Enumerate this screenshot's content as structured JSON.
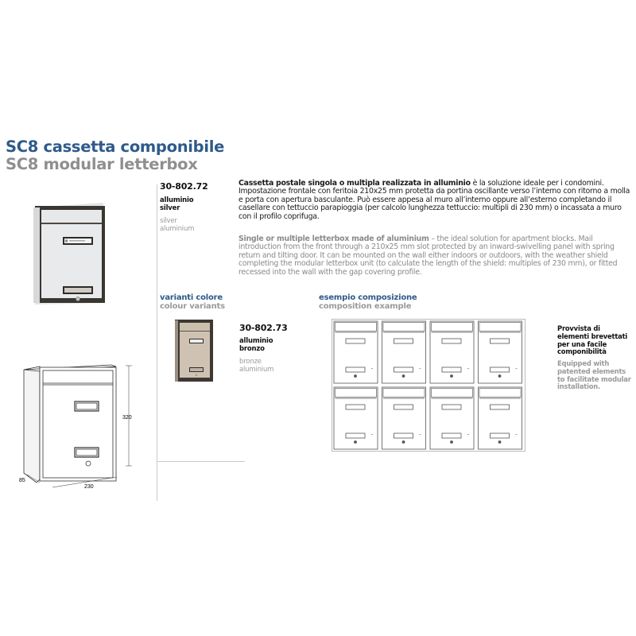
{
  "header": {
    "title_it": "SC8 cassetta componibile",
    "title_en": "SC8 modular letterbox"
  },
  "product_main": {
    "code": "30-802.72",
    "material_it": [
      "alluminio",
      "silver"
    ],
    "material_en": [
      "silver",
      "aluminium"
    ],
    "colors": {
      "frame": "#3a3632",
      "panel": "#e6e8ea"
    }
  },
  "description": {
    "it_bold": "Cassetta postale singola o multipla realizzata in alluminio",
    "it_text": " è la soluzione ideale per i condomini. Impostazione frontale con feritoia 210x25 mm protetta da portina oscillante verso l’interno con ritorno a molla e porta con apertura basculante. Può essere appesa al muro all’interno oppure all’esterno completando il casellare con tettuccio parapioggia (per calcolo lunghezza tettuccio: multipli di 230 mm) o incassata a muro con il profilo coprifuga.",
    "en_bold": "Single or multiple letterbox made of aluminium",
    "en_text": " – the ideal solution for apartment blocks. Mail introduction from the front through a 210x25 mm slot protected by an inward-swivelling panel with spring return and tilting door. It can be mounted on the wall either indoors or outdoors, with the weather shield completing the modular letterbox unit (to calculate the length of the shield: multiples of 230 mm), or fitted recessed into the wall with the gap covering profile."
  },
  "variants": {
    "heading_it": "varianti colore",
    "heading_en": "colour variants",
    "items": [
      {
        "code": "30-802.73",
        "material_it": [
          "alluminio",
          "bronzo"
        ],
        "material_en": [
          "bronze",
          "aluminium"
        ],
        "colors": {
          "frame": "#3d3832",
          "panel": "#cdbfae"
        }
      }
    ]
  },
  "composition": {
    "heading_it": "esempio composizione",
    "heading_en": "composition example",
    "rows": 2,
    "columns": 4
  },
  "feature_note": {
    "it": "Provvista di elementi brevettati per una facile componibilità",
    "en": "Equipped with patented elements to facilitate modular installation."
  },
  "technical_drawing": {
    "height": "320",
    "width": "230",
    "depth": "85"
  },
  "accent_color": "#2e5a8a"
}
